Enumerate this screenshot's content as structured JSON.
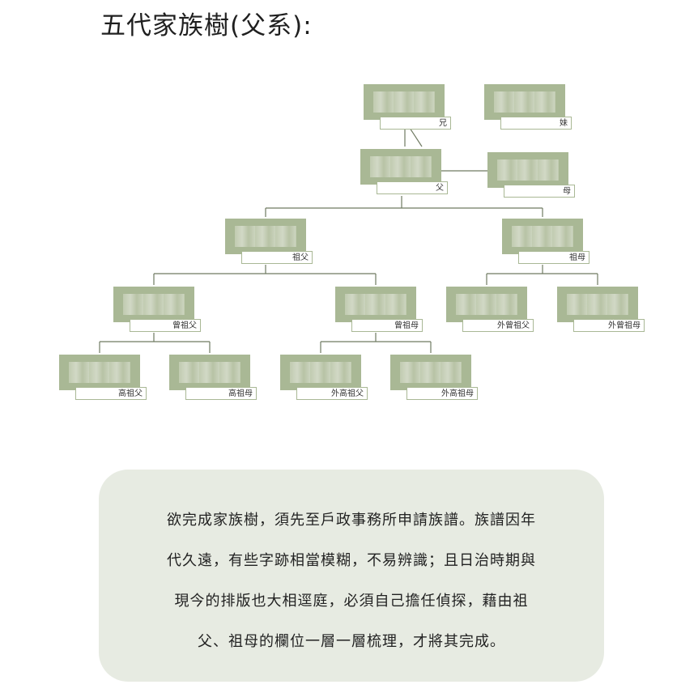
{
  "title": "五代家族樹(父系):",
  "tree": {
    "brother": "兄",
    "sister": "妹",
    "father": "父",
    "mother": "母",
    "grandfather": "祖父",
    "grandmother": "祖母",
    "great_grandfather": "曾祖父",
    "great_grandmother": "曾祖母",
    "maternal_great_grandfather": "外曾祖父",
    "maternal_great_grandmother": "外曾祖母",
    "great_great_grandfather": "高祖父",
    "great_great_grandmother": "高祖母",
    "maternal_great_great_grandfather": "外高祖父",
    "maternal_great_great_grandmother": "外高祖母"
  },
  "note": {
    "lines": [
      "欲完成家族樹，須先至戶政事務所申請族譜。族譜因年",
      "代久遠，有些字跡相當模糊，不易辨識；且日治時期與",
      "現今的排版也大相逕庭，必須自己擔任偵探，藉由祖",
      "父、祖母的欄位一層一層梳理，才將其完成。"
    ]
  },
  "colors": {
    "node_fill": "#a9b895",
    "line": "#6f7a62",
    "note_bg": "#e7ebe2"
  }
}
